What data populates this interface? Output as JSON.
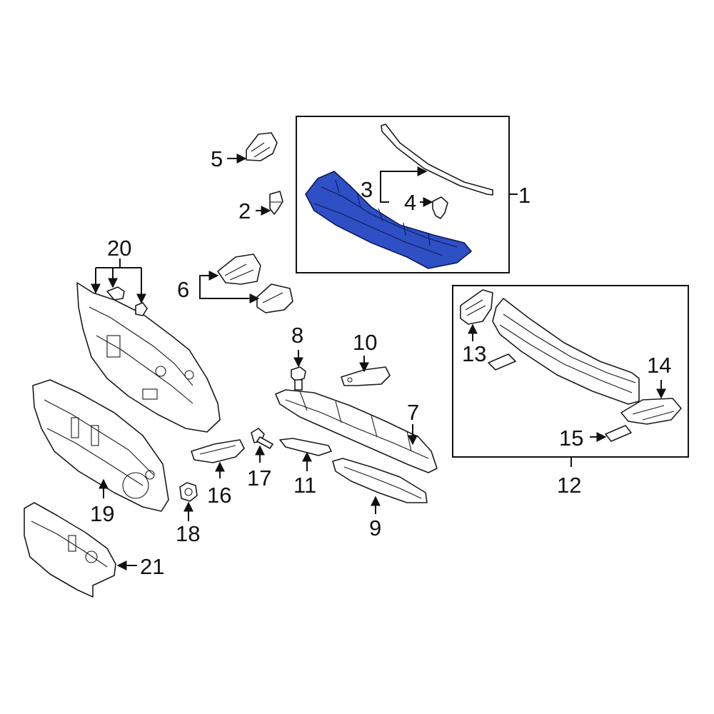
{
  "callouts": {
    "c1": "1",
    "c2": "2",
    "c3": "3",
    "c4": "4",
    "c5": "5",
    "c6": "6",
    "c7": "7",
    "c8": "8",
    "c9": "9",
    "c10": "10",
    "c11": "11",
    "c12": "12",
    "c13": "13",
    "c14": "14",
    "c15": "15",
    "c16": "16",
    "c17": "17",
    "c18": "18",
    "c19": "19",
    "c20": "20",
    "c21": "21"
  },
  "colors": {
    "highlight": "#2f4fc4",
    "line": "#1a1a1a",
    "background": "#ffffff"
  }
}
